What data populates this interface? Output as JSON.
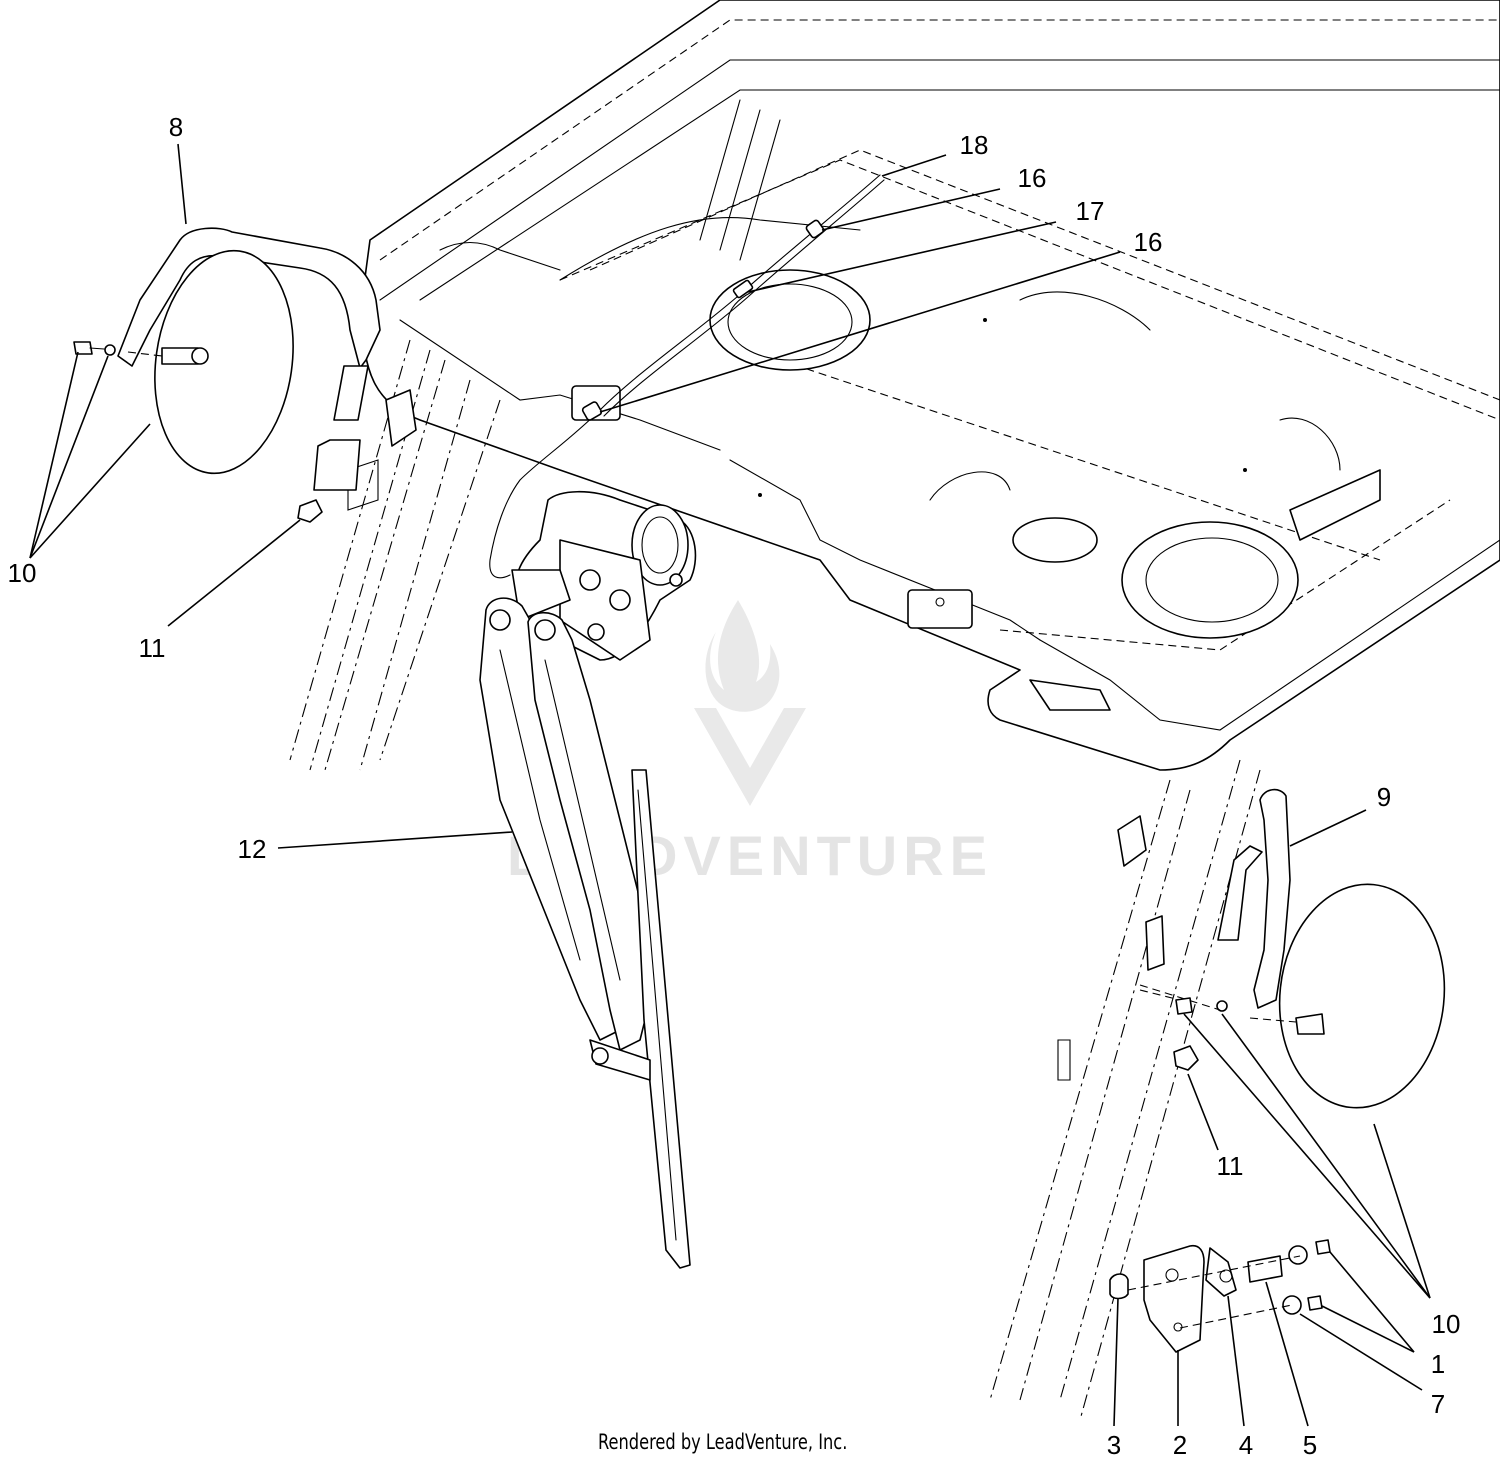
{
  "diagram": {
    "callouts": {
      "c8": "8",
      "c18": "18",
      "c16a": "16",
      "c17": "17",
      "c16b": "16",
      "c10a": "10",
      "c11a": "11",
      "c12": "12",
      "c9": "9",
      "c11b": "11",
      "c10b": "10",
      "c1": "1",
      "c7": "7",
      "c3": "3",
      "c2": "2",
      "c4": "4",
      "c5": "5"
    },
    "watermark": "LEADVENTURE",
    "footer": "Rendered by LeadVenture, Inc."
  }
}
